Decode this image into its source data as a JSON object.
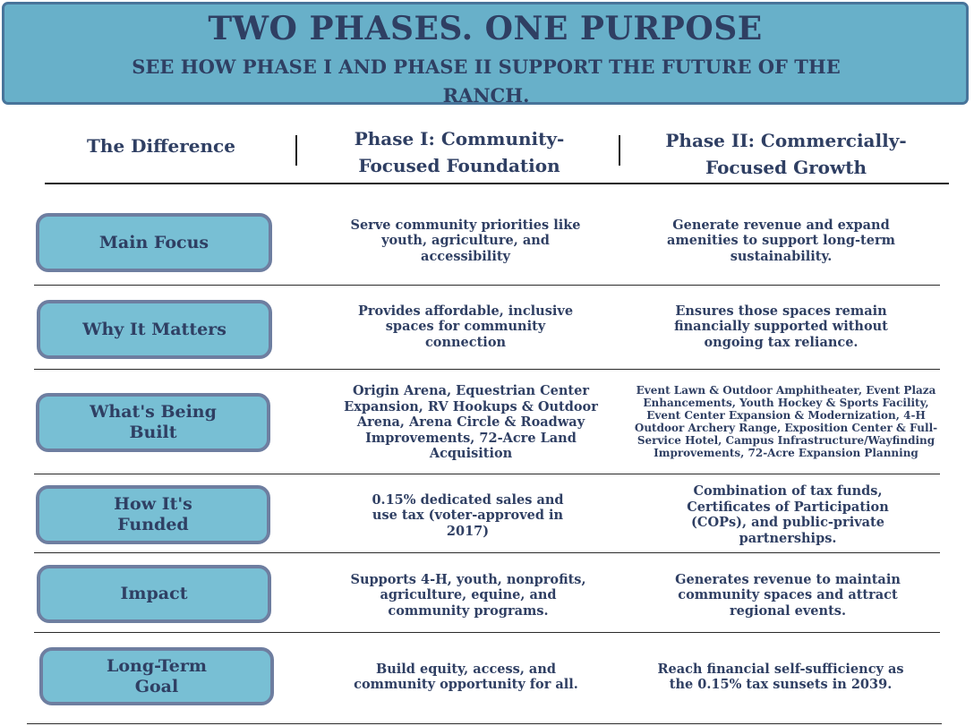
{
  "banner": {
    "title": "TWO PHASES. ONE PURPOSE",
    "subtitle": "SEE HOW PHASE I AND PHASE II SUPPORT THE FUTURE OF THE RANCH."
  },
  "table": {
    "headers": {
      "difference": "The Difference",
      "phase1": "Phase I: Community-Focused Foundation",
      "phase2": "Phase II: Commercially-Focused Growth"
    },
    "rows": [
      {
        "label": "Main Focus",
        "phase1": "Serve community priorities like youth, agriculture, and accessibility",
        "phase2": "Generate revenue and expand amenities to support long-term sustainability."
      },
      {
        "label": "Why It Matters",
        "phase1": "Provides affordable, inclusive spaces for community connection",
        "phase2": "Ensures those spaces remain financially supported without ongoing tax reliance."
      },
      {
        "label": "What's Being Built",
        "phase1": "Origin Arena, Equestrian Center Expansion, RV Hookups & Outdoor Arena, Arena Circle & Roadway Improvements, 72-Acre Land Acquisition",
        "phase2": "Event Lawn & Outdoor Amphitheater, Event Plaza Enhancements, Youth Hockey & Sports Facility, Event Center Expansion & Modernization, 4-H Outdoor Archery Range, Exposition Center & Full-Service Hotel, Campus Infrastructure/Wayfinding Improvements, 72-Acre Expansion Planning"
      },
      {
        "label": "How It's Funded",
        "phase1": "0.15% dedicated sales and use tax (voter-approved in 2017)",
        "phase2": "Combination of tax funds, Certificates of Participation (COPs), and public-private partnerships."
      },
      {
        "label": "Impact",
        "phase1": "Supports 4-H, youth, nonprofits, agriculture, equine, and community programs.",
        "phase2": "Generates revenue to maintain community spaces and attract regional events."
      },
      {
        "label": "Long-Term Goal",
        "phase1": "Build equity, access, and community opportunity for all.",
        "phase2": "Reach financial self-sufficiency as the 0.15% tax sunsets in 2039."
      }
    ]
  }
}
